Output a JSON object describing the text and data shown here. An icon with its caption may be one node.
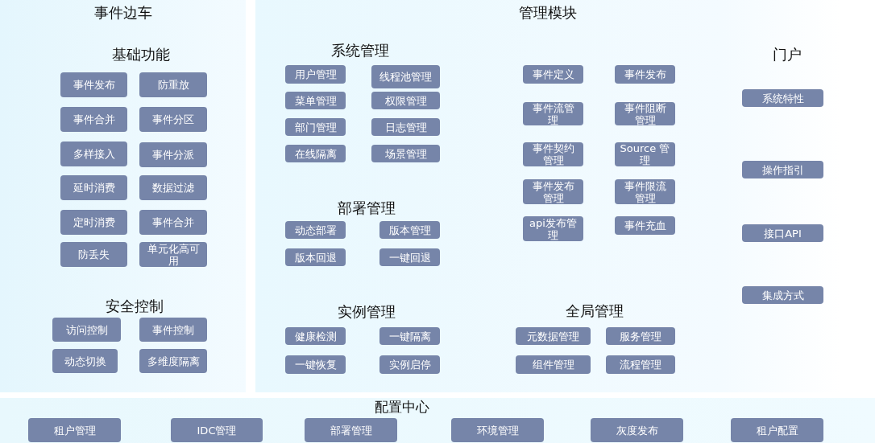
{
  "diagram": {
    "nodes": [
      {
        "text": [
          "事件边车"
        ]
      },
      {
        "text": [
          "事件发布"
        ],
        "in": 0
      },
      {
        "text": [
          "防重放"
        ],
        "in": 0
      },
      {
        "text": [
          "事件合并"
        ],
        "in": 0
      },
      {
        "text": [
          "事件分区"
        ],
        "in": 0
      },
      {
        "text": [
          "多样接入"
        ],
        "in": 0
      },
      {
        "text": [
          "事件分派"
        ],
        "in": 0
      },
      {
        "text": [
          "延时消费"
        ],
        "in": 0
      },
      {
        "text": [
          "数据过滤"
        ],
        "in": 0
      },
      {
        "text": [
          "定时消费"
        ],
        "in": 0
      },
      {
        "text": [
          "事件合并"
        ],
        "in": 0
      },
      {
        "text": [
          "防丢失"
        ],
        "in": 0
      },
      {
        "text": [
          "单元化高可用"
        ],
        "in": 0
      },
      {
        "text": [
          "访问控制"
        ],
        "in": 0
      },
      {
        "text": [
          "事件控制"
        ],
        "in": 0
      },
      {
        "text": [
          "动态切换"
        ],
        "in": 0
      },
      {
        "text": [
          "多维度隔离"
        ],
        "in": 0
      },
      {
        "text": [
          "管理模块"
        ]
      },
      {
        "text": [
          "用户管理"
        ],
        "in": 17
      },
      {
        "text": [
          "线程池管理"
        ],
        "in": 17
      },
      {
        "text": [
          "菜单管理"
        ],
        "in": 17
      },
      {
        "text": [
          "权限管理"
        ],
        "in": 17
      },
      {
        "text": [
          "部门管理"
        ],
        "in": 17
      },
      {
        "text": [
          "日志管理"
        ],
        "in": 17
      },
      {
        "text": [
          "在线隔离"
        ],
        "in": 17
      },
      {
        "text": [
          "场景管理"
        ],
        "in": 17
      },
      {
        "text": [
          "动态部署"
        ],
        "in": 17
      },
      {
        "text": [
          "版本管理"
        ],
        "in": 17
      },
      {
        "text": [
          "版本回退"
        ],
        "in": 17
      },
      {
        "text": [
          "一键回退"
        ],
        "in": 17
      },
      {
        "text": [
          "健康检测"
        ],
        "in": 17
      },
      {
        "text": [
          "一键隔离"
        ],
        "in": 17
      },
      {
        "text": [
          "一键恢复"
        ],
        "in": 17
      },
      {
        "text": [
          "实例启停"
        ],
        "in": 17
      },
      {
        "text": [
          "事件定义"
        ],
        "in": 17
      },
      {
        "text": [
          "事件发布"
        ],
        "in": 17
      },
      {
        "text": [
          "事件流管理"
        ],
        "in": 17
      },
      {
        "text": [
          "事件阻断管理"
        ],
        "in": 17
      },
      {
        "text": [
          "事件契约管理"
        ],
        "in": 17
      },
      {
        "text": [
          "Source 管理"
        ],
        "in": 17
      },
      {
        "text": [
          "事件发布管理"
        ],
        "in": 17
      },
      {
        "text": [
          "事件限流管理"
        ],
        "in": 17
      },
      {
        "text": [
          "api发布管理"
        ],
        "in": 17
      },
      {
        "text": [
          "事件充血"
        ],
        "in": 17
      },
      {
        "text": [
          "元数据管理"
        ],
        "in": 17
      },
      {
        "text": [
          "服务管理"
        ],
        "in": 17
      },
      {
        "text": [
          "组件管理"
        ],
        "in": 17
      },
      {
        "text": [
          "流程管理"
        ],
        "in": 17
      },
      {
        "text": [
          "系统特性"
        ],
        "in": 17
      },
      {
        "text": [
          "操作指引"
        ],
        "in": 17
      },
      {
        "text": [
          "接口API"
        ],
        "in": 17
      },
      {
        "text": [
          "集成方式"
        ],
        "in": 17
      },
      {
        "text": [
          "配置中心"
        ]
      },
      {
        "text": [
          "租户管理"
        ],
        "in": 52
      },
      {
        "text": [
          "IDC管理"
        ],
        "in": 52
      },
      {
        "text": [
          "部署管理"
        ],
        "in": 52
      },
      {
        "text": [
          "环境管理"
        ],
        "in": 52
      },
      {
        "text": [
          "灰度发布"
        ],
        "in": 52
      },
      {
        "text": [
          "租户配置"
        ],
        "in": 52
      }
    ],
    "labels": [
      "基础功能",
      "系统管理",
      "门户",
      "部署管理",
      "安全控制",
      "实例管理",
      "全局管理"
    ]
  }
}
